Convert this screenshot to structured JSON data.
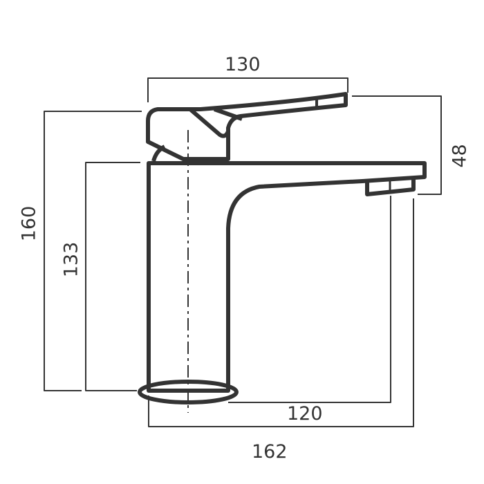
{
  "drawing": {
    "subject": "basin mixer tap technical drawing",
    "units": "mm",
    "line_color": "#333333",
    "background": "#ffffff"
  },
  "dimensions": {
    "top_width": "130",
    "lever_height": "48",
    "overall_height": "160",
    "spout_height": "133",
    "spout_reach": "120",
    "overall_depth": "162"
  }
}
